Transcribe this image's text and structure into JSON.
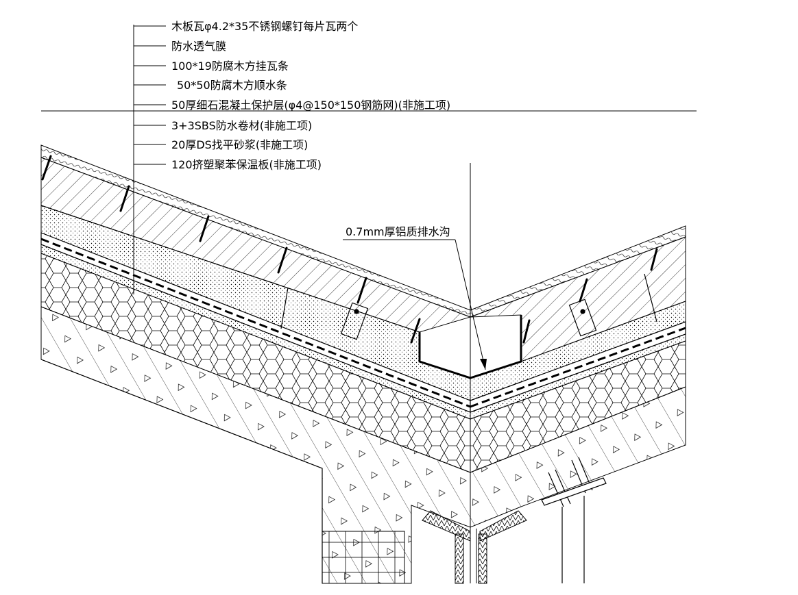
{
  "leader_labels": [
    {
      "text": "木板瓦φ4.2*35不锈钢螺钉每片瓦两个"
    },
    {
      "text": "防水透气膜"
    },
    {
      "text": "100*19防腐木方挂瓦条"
    },
    {
      "text": "50*50防腐木方顺水条"
    },
    {
      "text": "50厚细石混凝土保护层(φ4@150*150钢筋网)(非施工项)"
    },
    {
      "text": "3+3SBS防水卷材(非施工项)"
    },
    {
      "text": "20厚DS找平砂浆(非施工项)"
    },
    {
      "text": "120挤塑聚苯保温板(非施工项)"
    }
  ],
  "gutter_label": "0.7mm厚铝质排水沟",
  "colors": {
    "line": "#000000",
    "background": "#ffffff"
  }
}
